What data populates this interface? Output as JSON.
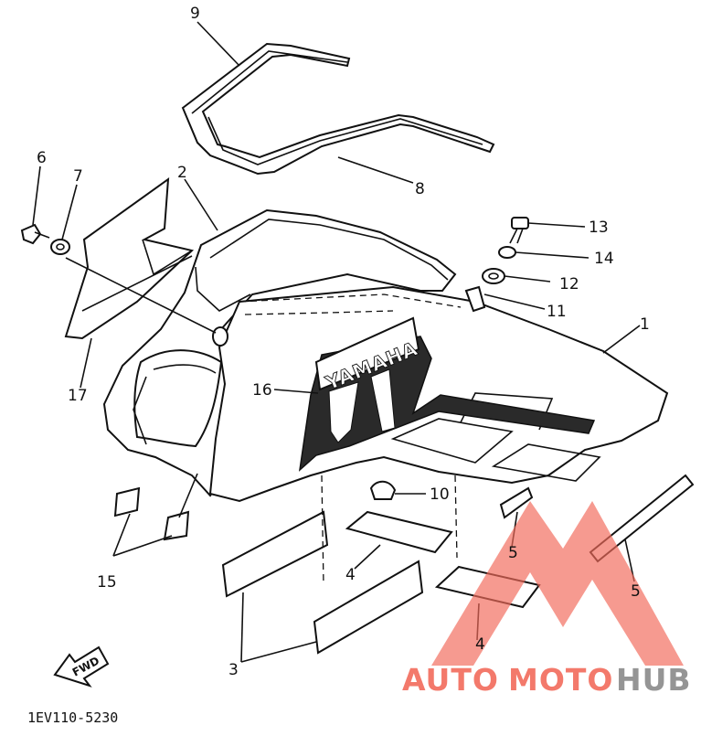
{
  "callouts": {
    "c1": "1",
    "c2": "2",
    "c3": "3",
    "c4a": "4",
    "c4b": "4",
    "c5a": "5",
    "c5b": "5",
    "c6": "6",
    "c7": "7",
    "c8": "8",
    "c9": "9",
    "c10": "10",
    "c11": "11",
    "c12": "12",
    "c13": "13",
    "c14": "14",
    "c15": "15",
    "c16": "16",
    "c17": "17"
  },
  "cover_brand_text": "YAMAHA",
  "forward_label": "FWD",
  "diagram_code": "1EV110-5230",
  "watermark": {
    "part1": "AUTO",
    "part2": "MOTO",
    "part3": "HUB",
    "color_primary": "#f26b5b",
    "color_secondary": "#8a8a8a"
  }
}
